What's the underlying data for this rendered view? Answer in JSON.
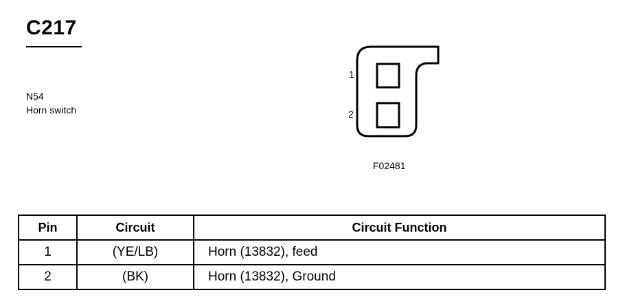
{
  "connector": {
    "id": "C217",
    "component_code": "N54",
    "component_name": "Horn switch"
  },
  "diagram": {
    "pin_labels": [
      "1",
      "2"
    ],
    "figure_id": "F02481"
  },
  "table": {
    "headers": {
      "pin": "Pin",
      "circuit": "Circuit",
      "function": "Circuit Function"
    },
    "rows": [
      {
        "pin": "1",
        "circuit": "(YE/LB)",
        "function": "Horn (13832), feed"
      },
      {
        "pin": "2",
        "circuit": "(BK)",
        "function": "Horn (13832), Ground"
      }
    ]
  }
}
